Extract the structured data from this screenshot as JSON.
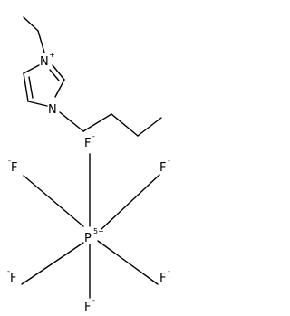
{
  "imidazolium": {
    "n3_label": "N",
    "n3_charge": "+",
    "n1_label": "N"
  },
  "hexafluorophosphate": {
    "p_label": "P",
    "p_charge": "5+",
    "fluorines": [
      {
        "label": "F",
        "charge": "-"
      },
      {
        "label": "F",
        "charge": "-"
      },
      {
        "label": "F",
        "charge": "-"
      },
      {
        "label": "F",
        "charge": "-"
      },
      {
        "label": "F",
        "charge": "-"
      },
      {
        "label": "F",
        "charge": "-"
      }
    ]
  },
  "colors": {
    "ink": "#000000",
    "background": "#ffffff"
  }
}
